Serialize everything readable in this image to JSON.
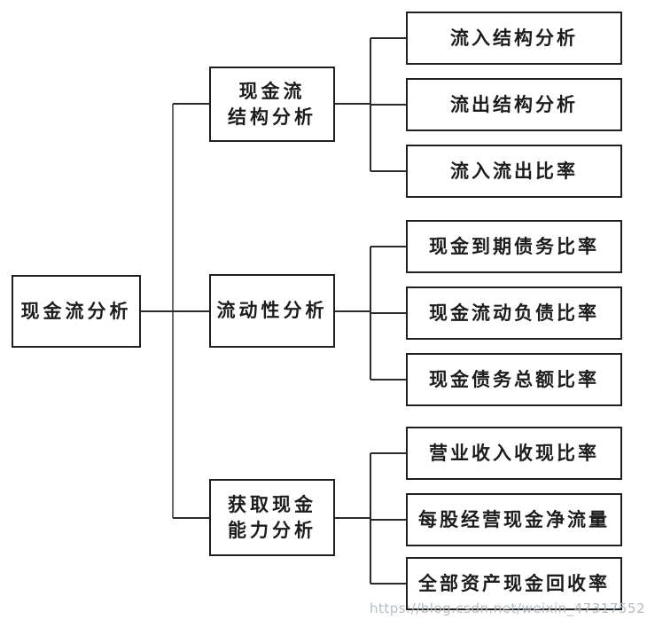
{
  "diagram": {
    "root": {
      "label": "现金流分析"
    },
    "branches": [
      {
        "label": "现金流\n结构分析",
        "children": [
          "流入结构分析",
          "流出结构分析",
          "流入流出比率"
        ]
      },
      {
        "label": "流动性分析",
        "children": [
          "现金到期债务比率",
          "现金流动负债比率",
          "现金债务总额比率"
        ]
      },
      {
        "label": "获取现金\n能力分析",
        "children": [
          "营业收入收现比率",
          "每股经营现金净流量",
          "全部资产现金回收率"
        ]
      }
    ],
    "watermark": "https://blog.csdn.net/weixin_47317552"
  }
}
